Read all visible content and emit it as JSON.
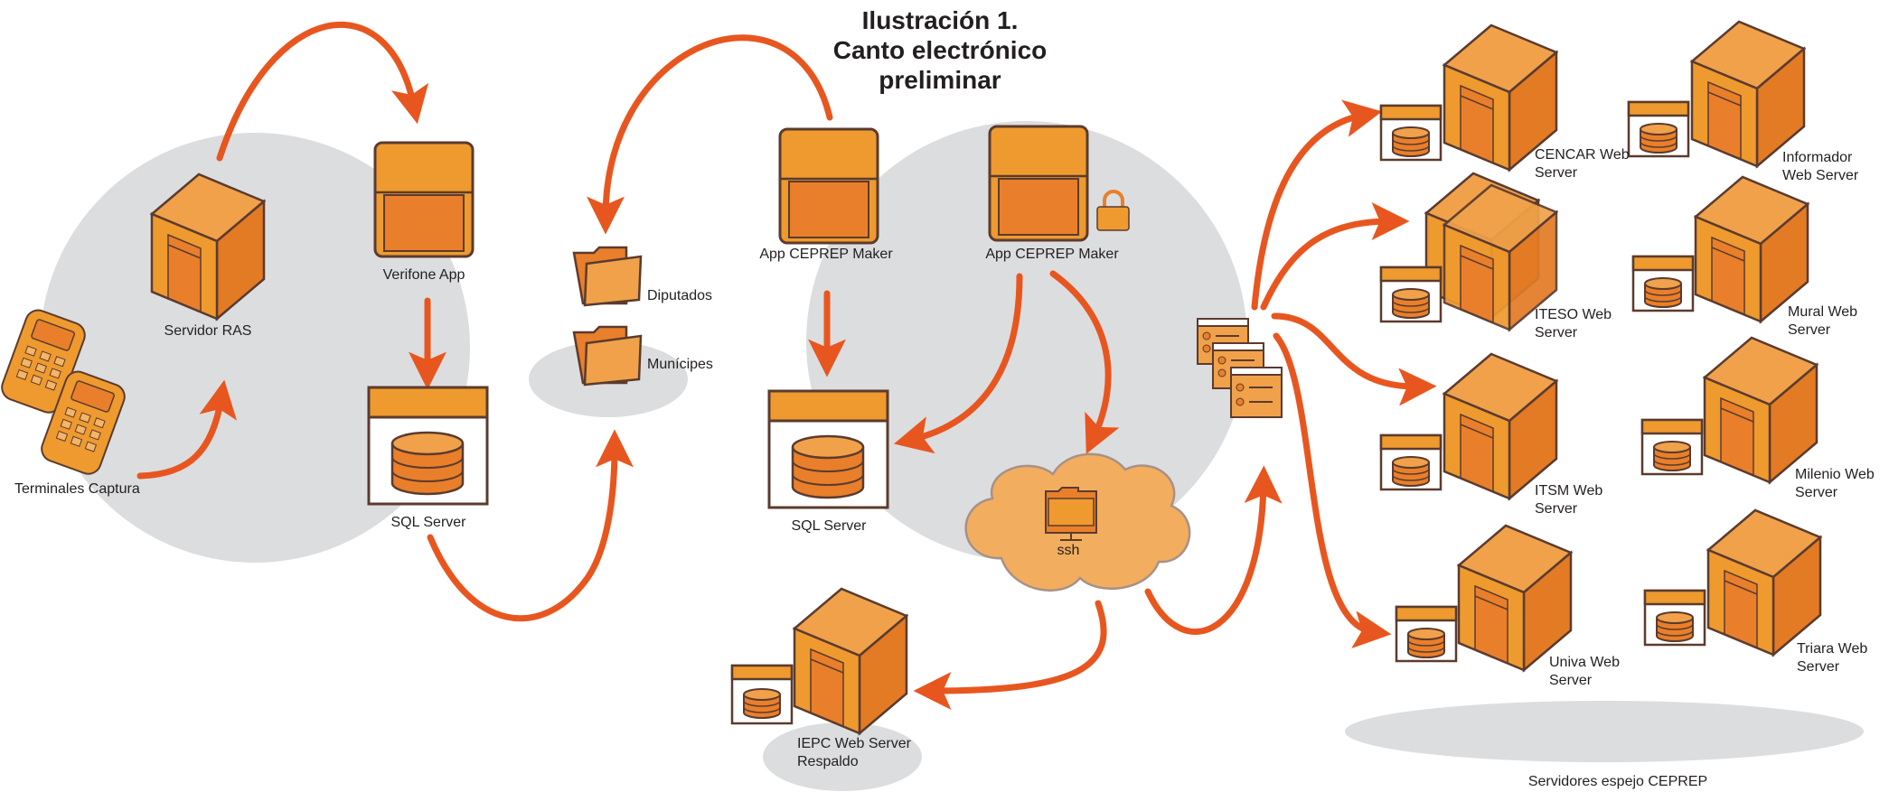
{
  "title": {
    "line1": "Ilustración 1.",
    "line2": "Canto electrónico",
    "line3": "preliminar"
  },
  "labels": {
    "terminales": "Terminales Captura",
    "servidor_ras": "Servidor RAS",
    "verifone": "Verifone App",
    "sql_server_1": "SQL Server",
    "diputados": "Diputados",
    "municipes": "Munícipes",
    "app_maker_1": "App CEPREP Maker",
    "app_maker_2": "App CEPREP Maker",
    "sql_server_2": "SQL Server",
    "ssh": "ssh",
    "iepc_l1": "IEPC Web Server",
    "iepc_l2": "Respaldo",
    "cencar_l1": "CENCAR Web",
    "cencar_l2": "Server",
    "iteso_l1": "ITESO Web",
    "iteso_l2": "Server",
    "itsm_l1": "ITSM Web",
    "itsm_l2": "Server",
    "univa_l1": "Univa Web",
    "univa_l2": "Server",
    "informador_l1": "Informador",
    "informador_l2": "Web Server",
    "mural_l1": "Mural  Web",
    "mural_l2": "Server",
    "milenio_l1": "Milenio Web",
    "milenio_l2": "Server",
    "triara_l1": "Triara  Web",
    "triara_l2": "Server",
    "espejo": "Servidores espejo CEPREP"
  },
  "colors": {
    "accent": "#e8561f",
    "orange_light": "#ee9a2e",
    "orange_mid": "#e97f2a",
    "outline": "#5b3b2e",
    "gray_zone": "#dcdddf",
    "cloud": "#f2ae5e"
  },
  "icons": [
    "server-icon",
    "application-window-icon",
    "database-icon",
    "folder-icon",
    "lock-icon",
    "payment-terminal-icon",
    "cloud-icon",
    "document-stack-icon"
  ]
}
